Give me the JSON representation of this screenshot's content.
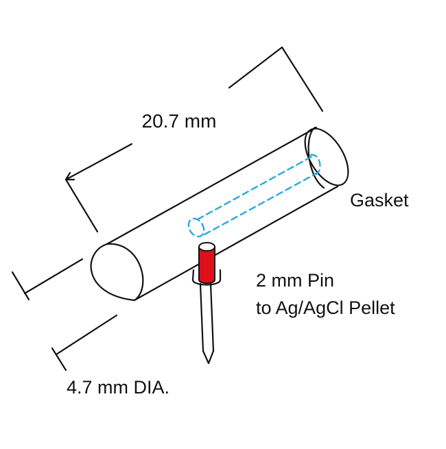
{
  "labels": {
    "length": "20.7 mm",
    "gasket": "Gasket",
    "pin_line1": "2 mm Pin",
    "pin_line2": "to Ag/AgCl Pellet",
    "diameter": "4.7 mm DIA."
  },
  "colors": {
    "outline": "#111111",
    "pellet": "#2aa8e0",
    "pin_sleeve": "#e0101a",
    "background": "#ffffff"
  }
}
